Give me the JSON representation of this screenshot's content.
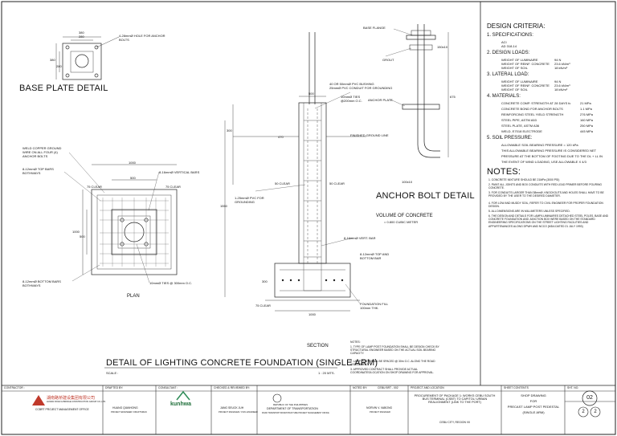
{
  "base_plate": {
    "title": "BASE PLATE DETAIL",
    "dim_top": "380",
    "dim_inner": "280",
    "dim_left": "380",
    "dim_left_inner": "280",
    "hole_note": "4-28mmØ HOLE FOR ANCHOR BOLTS"
  },
  "plan": {
    "label": "PLAN",
    "notes": {
      "copper": "WELD COPPER GROUND WIRE ON ALL FOUR (4) ANCHOR BOLTS",
      "top_bars": "8-12mmØ TOP BARS BOTHWAYS",
      "vertical_bars": "8-16mmØ VERTICAL BARS",
      "bottom_bars": "8-12mmØ BOTTOM BARS BOTHWAYS",
      "ties": "10mmØ TIES @ 300mm O.C."
    },
    "dims": {
      "overall": "1000",
      "inner": "500",
      "clear": "75 CLEAR",
      "side": "1000",
      "side_inner": "500"
    }
  },
  "section": {
    "label": "SECTION",
    "notes": {
      "conduit": "1-25mmØ PVC FOR GROUNDING",
      "pvc_a": "40 OR 50mmØ PVC BUSHING",
      "pvc_b": "25mmØ PVC CONDUIT FOR GROUNDING",
      "ties": "10mmØ TIES @200mm O.C.",
      "finished": "FINISHED GROUND LINE",
      "clear_l": "50 CLEAR",
      "clear_r": "50 CLEAR",
      "vert": "8-16mmØ VERT. BAR",
      "bottom_bars": "8-12mmØ TOP AND BOTTOM BAR",
      "clear_bot": "75 CLEAR",
      "footing": "FOUNDATION FILL 100mm THK."
    },
    "dims": {
      "top_w": "500",
      "h1": "300",
      "h2": "1550",
      "bottom_w": "1000",
      "ht": "470",
      "h3": "300"
    }
  },
  "anchor_bolt": {
    "title": "ANCHOR BOLT DETAIL",
    "base_flange": "BASE FLANGE",
    "grout": "GROUT",
    "anchor_plate": "ANCHOR PLATE",
    "dim_a": "675",
    "dim_b": "100x10",
    "dim_c": "150x10"
  },
  "volume": {
    "label": "VOLUME OF CONCRETE",
    "value": "= 0.800 CUBIC METER"
  },
  "main_title": {
    "title": "DETAIL OF LIGHTING CONCRETE FOUNDATION (SINGLE ARM)",
    "scale_label": "SCALE :",
    "scale_value": "1 : 20 MTS."
  },
  "section_notes": {
    "heading": "NOTES:",
    "items": [
      "1. TYPE OF LAMP POST FOUNDATION SHALL BE DESIGN CHECK BY STRUCTURAL ENGINEER BASED ON THE ACTUAL SOIL BEARING CAPACITY.",
      "2. LAMP POST SHALL BE SPACED @ 30m O.C. ALONG THE ROAD ASSIGNMENT.",
      "3. APPROVED CONTRACT SHALL PROVIDE ACTUAL COORDINATES/LOCATION ON SHOP DRAWING FOR APPROVAL."
    ]
  },
  "criteria": {
    "title": "DESIGN CRITERIA:",
    "spec_head": "1. SPECIFICATIONS:",
    "spec_items": [
      "ACI",
      "AD 318-14"
    ],
    "loads_head": "2. DESIGN LOADS:",
    "loads": [
      [
        "WEIGHT OF LUMINAIRE",
        "94 N"
      ],
      [
        "WEIGHT OF REINF. CONCRETE",
        "23.6 kN/m³"
      ],
      [
        "WEIGHT OF SOIL",
        "18 kN/m³"
      ]
    ],
    "lateral_head": "3. LATERAL LOAD:",
    "lateral": [
      [
        "WEIGHT OF LUMINAIRE",
        "94 N"
      ],
      [
        "WEIGHT OF REINF. CONCRETE",
        "23.6 kN/m³"
      ],
      [
        "WEIGHT OF SOIL",
        "18 kN/m³"
      ]
    ],
    "materials_head": "4. MATERIALS:",
    "materials": [
      [
        "CONCRETE COMP. STRENGTH AT 28 DAYS fc",
        "21 MPa"
      ],
      [
        "CONCRETE BOND FOR ANCHOR BOLTS",
        "1.1 MPa"
      ],
      [
        "REINFORCING STEEL YIELD STRENGTH",
        "276 MPa"
      ],
      [
        "STEEL PIPE, ASTM A53",
        "160 MPa"
      ],
      [
        "STEEL PLATE, ASTM A36",
        "250 MPa"
      ],
      [
        "WELD, E7018 ELECTRODE",
        "445 MPa"
      ]
    ],
    "soil_head": "5. SOIL PRESSURE:",
    "soil": [
      "ALLOWABLE SOIL BEARING PRESSURE    = 120 kPa",
      "THIS ALLOWABLE BEARING PRESSURE IS CONSIDERED NET",
      "PRESSURE AT THE BOTTOM OF FOOTING DUE TO THE DL + LL IN",
      "THE EVENT OF WIND LOADING, USE ALLOWABLE X 4/3"
    ]
  },
  "notes": {
    "title": "NOTES:",
    "items": [
      "1. CONCRETE MIXTURE SHOULD BE 21MPa (3000 PSI)",
      "2. PAINT ALL JOINTS AND BOX CONDUITS WITH RED LEAD PRIMER BEFORE POURING CONCRETE.",
      "3. FOR CONDUITS LARGER THAN 38mmØ, KNOCKOUTS AND HOLES SHALL HAVE TO BE PROVIDED BY THE USER TO THE DESIRED DIAMETER.",
      "4. FOR LOW AND MUDDY SOIL, REFER TO CIVIL ENGINEER FOR PROPER FOUNDATION DESIGN.",
      "5. ALL DIMENSIONS ARE IN MILLIMETERS UNLESS SPECIFIED.",
      "6. THE DESIGN AND DETAILS FOR LAMP/LUMINAIRES DETACHED STEEL POLES, BASE AND CONCRETE FOUNDATION AND JUNCTION BOX WERE BASED ON THE STANDARD ENGINEERING SPECIFICATIONS ON THE STREET LIGHTING FACILITIES AND APPURTENANCES ALONG DPWH AND NCCO (MDA DATED 21 JULY 1993)"
    ]
  },
  "title_block": {
    "contractor_lbl": "CONTRACTOR :",
    "contractor_name": "湖南路桥建设集团有限公司",
    "contractor_en": "HUNAN ROAD & BRIDGE CONSTRUCTION GROUP CO.,LTD.",
    "office": "CCBRT PROJECT MANAGEMENT OFFICE",
    "drafted_lbl": "DRAFTED BY:",
    "drafted_name": "HUANG QIANHONG",
    "drafted_role": "PROJECT ENGINEER / DRAFTSMAN",
    "consultant_lbl": "CONSULTANT :",
    "consultant_logo": "kunhwa",
    "checked_lbl": "CHECKED & REVIEWED BY:",
    "checked_name": "JANG SEUCK JUH",
    "checked_role": "PROJECT MANAGER / CIVIL ENGINEER",
    "rep": "REPUBLIC OF THE PHILIPPINES",
    "dept": "DEPARTMENT OF TRANSPORTATION",
    "dept_sub": "ROAD TRANSPORT INFRASTRUCTURE PROJECT MANAGEMENT OFFICE",
    "noted_lbl": "NOTED BY:",
    "noted_name": "NORVIN V. VABONG",
    "noted_role": "PROJECT MANAGER",
    "cebu_lbl": "CEBU BRT - 002",
    "project_lbl": "PROJECT AND LOCATION",
    "project": "PROCUREMENT OF PACKAGE 1: WORKS CEBU SOUTH BUS TERMINAL (CSBT) TO CAPITOL/ URBAN REALIGNMENT (LINK TO THE PORT)",
    "location": "CEBU CITY, REGION VII",
    "sheet_lbl": "SHEET CONTENTS",
    "sheet1": "SHOP DRAWING",
    "sheet2": "FOR",
    "sheet3": "PRECAST LAMP POST PEDESTAL",
    "sheet4": "(SINGLE ARM)",
    "shtno_lbl": "SHT. NO.",
    "shtno": "02",
    "page_a": "2",
    "page_b": "2"
  }
}
